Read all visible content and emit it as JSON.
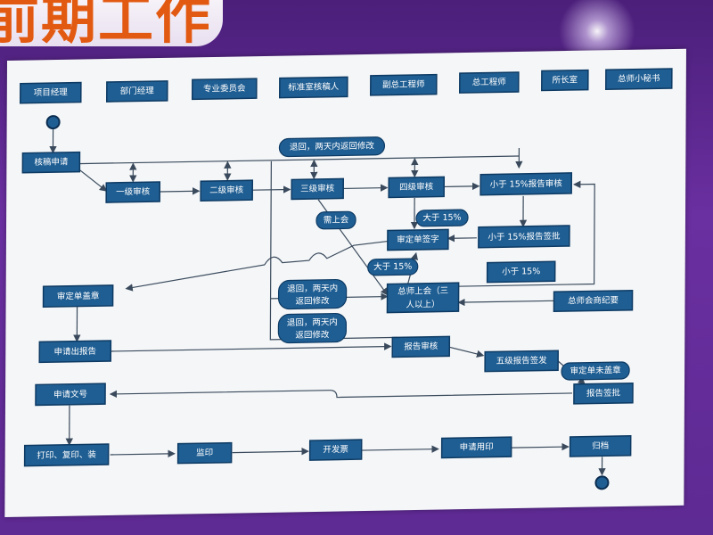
{
  "banner": {
    "text": "前期工作"
  },
  "lanes": [
    {
      "id": "lane1",
      "label": "项目经理"
    },
    {
      "id": "lane2",
      "label": "部门经理"
    },
    {
      "id": "lane3",
      "label": "专业委员会"
    },
    {
      "id": "lane4",
      "label": "标准室核稿人"
    },
    {
      "id": "lane5",
      "label": "副总工程师"
    },
    {
      "id": "lane6",
      "label": "总工程师"
    },
    {
      "id": "lane7",
      "label": "所长室"
    },
    {
      "id": "lane8",
      "label": "总师小秘书"
    }
  ],
  "nodes": [
    {
      "id": "hegao",
      "label": "核稿申请"
    },
    {
      "id": "yiji",
      "label": "一级审核"
    },
    {
      "id": "erji",
      "label": "二级审核"
    },
    {
      "id": "sanji",
      "label": "三级审核"
    },
    {
      "id": "siji",
      "label": "四级审核"
    },
    {
      "id": "xiaoyu15sh",
      "label": "小于 15%报告审核"
    },
    {
      "id": "shendingzi",
      "label": "审定单签字"
    },
    {
      "id": "xiaoyu15sp",
      "label": "小于 15%报告签批"
    },
    {
      "id": "xiaoyu15",
      "label": "小于 15%"
    },
    {
      "id": "shendinggz",
      "label": "审定单盖章"
    },
    {
      "id": "zongshi_a",
      "label": "总师上会（三"
    },
    {
      "id": "zongshi_b",
      "label": "人以上）"
    },
    {
      "id": "jiyao",
      "label": "总师会商纪要"
    },
    {
      "id": "chubaogao",
      "label": "申请出报告"
    },
    {
      "id": "baogaoshenhe",
      "label": "报告审核"
    },
    {
      "id": "wuji",
      "label": "五级报告签发"
    },
    {
      "id": "wenhao",
      "label": "申请文号"
    },
    {
      "id": "baogaoqianpi",
      "label": "报告签批"
    },
    {
      "id": "dayin",
      "label": "打印、复印、装"
    },
    {
      "id": "jianyin",
      "label": "监印"
    },
    {
      "id": "kaifapiao",
      "label": "开发票"
    },
    {
      "id": "yongyin",
      "label": "申请用印"
    },
    {
      "id": "guidang",
      "label": "归档"
    }
  ],
  "pills": [
    {
      "id": "tuihui_top",
      "label": "退回，两天内返回修改"
    },
    {
      "id": "shangshanghui",
      "label": "需上会"
    },
    {
      "id": "dayu15a",
      "label": "大于 15%"
    },
    {
      "id": "dayu15b",
      "label": "大于 15%"
    },
    {
      "id": "tuihui2_a",
      "label": "退回，两天内"
    },
    {
      "id": "tuihui2_b",
      "label": "返回修改"
    },
    {
      "id": "tuihui3_a",
      "label": "退回，两天内"
    },
    {
      "id": "tuihui3_b",
      "label": "返回修改"
    },
    {
      "id": "weigaizhang",
      "label": "审定单未盖章"
    }
  ]
}
